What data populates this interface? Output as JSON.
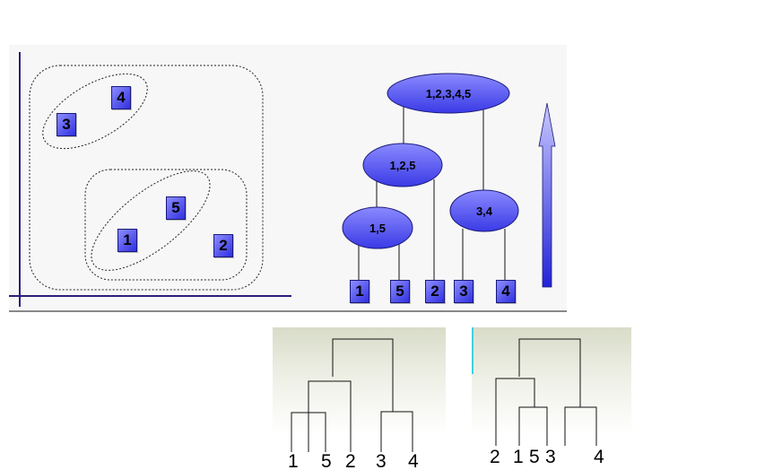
{
  "scatter": {
    "points": [
      {
        "id": "p3",
        "label": "3"
      },
      {
        "id": "p4",
        "label": "4"
      },
      {
        "id": "p5",
        "label": "5"
      },
      {
        "id": "p1",
        "label": "1"
      },
      {
        "id": "p2",
        "label": "2"
      }
    ]
  },
  "dendrogram": {
    "nodes": {
      "root": "1,2,3,4,5",
      "n125": "1,2,5",
      "n15": "1,5",
      "n34": "3,4"
    },
    "leaves": [
      "1",
      "5",
      "2",
      "3",
      "4"
    ]
  },
  "dendrogram_a": {
    "leaves": [
      "1",
      "5",
      "2",
      "3",
      "4"
    ]
  },
  "dendrogram_b": {
    "leaves": [
      "2",
      "1",
      "5",
      "3",
      "4"
    ]
  },
  "colors": {
    "node_fill": "#4a4af0",
    "axis": "#2a1f7a",
    "arrow": "#5555ee"
  }
}
